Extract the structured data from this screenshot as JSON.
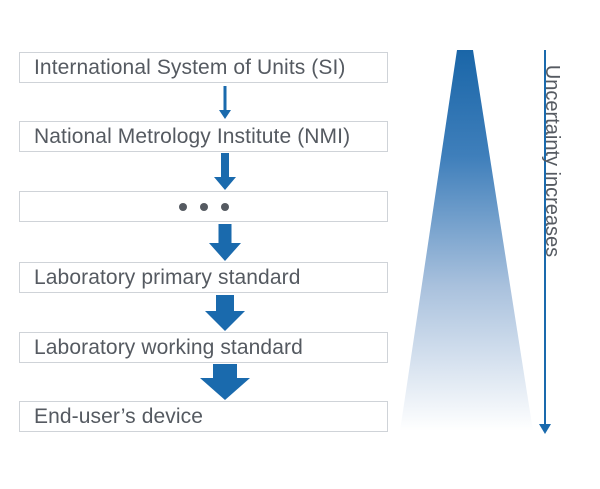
{
  "steps": [
    {
      "label": "International System of Units (SI)"
    },
    {
      "label": "National Metrology Institute (NMI)"
    },
    {
      "label": ""
    },
    {
      "label": "Laboratory primary standard"
    },
    {
      "label": "Laboratory working standard"
    },
    {
      "label": "End-user’s device"
    }
  ],
  "side_axis": {
    "label": "Uncertainty increases"
  },
  "colors": {
    "arrow": "#1a6aad",
    "box_border": "#cfd3d8",
    "text": "#555a61",
    "wedge_top": "#1a66a8",
    "wedge_bottom": "#ffffff"
  },
  "icons": {
    "flow_arrow": "arrow-down-icon",
    "ellipsis": "ellipsis-icon"
  }
}
